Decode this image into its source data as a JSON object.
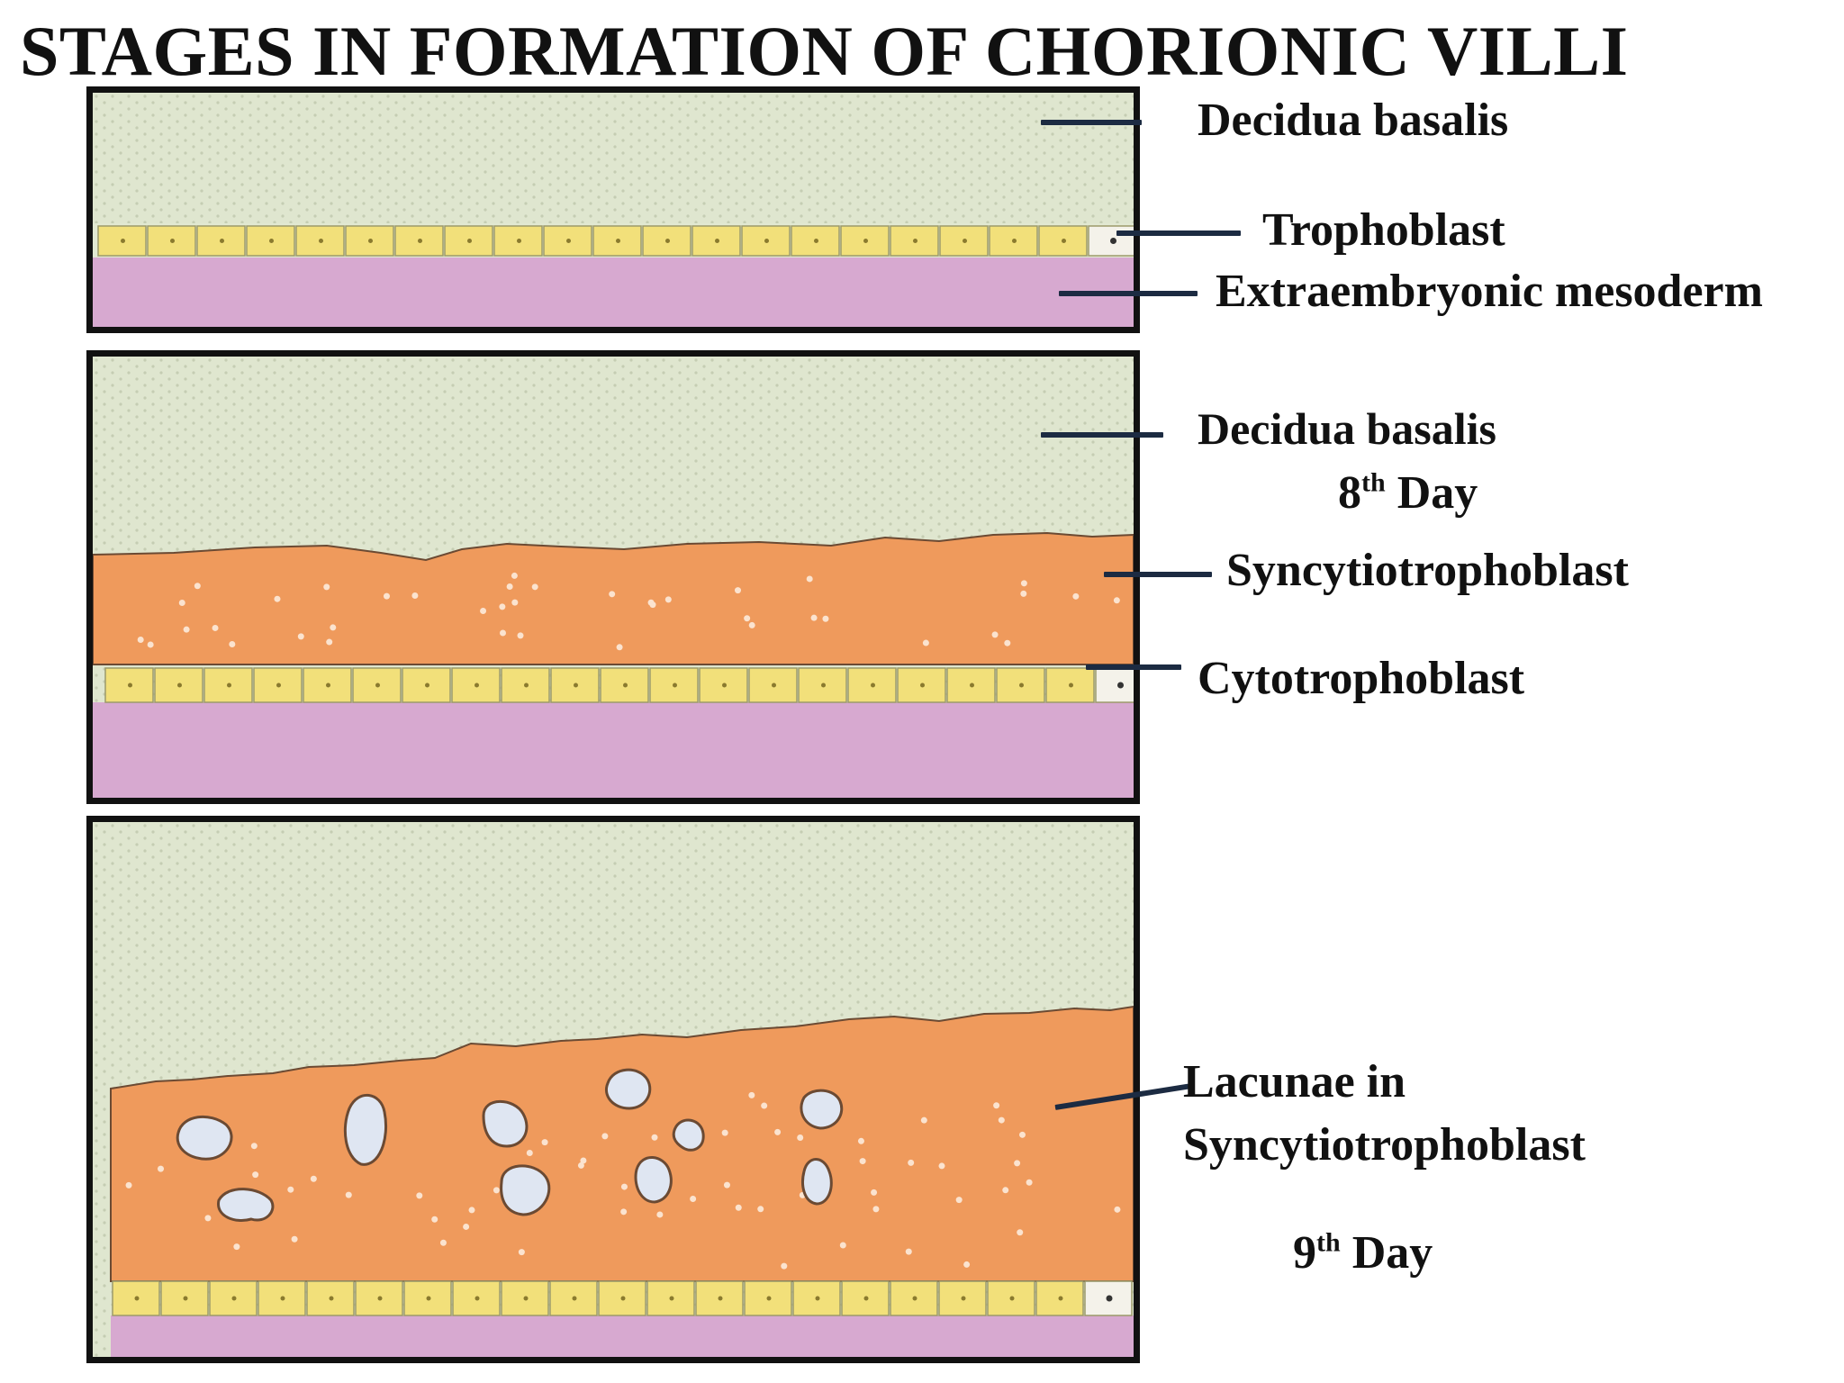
{
  "title": "STAGES IN FORMATION OF CHORIONIC VILLI",
  "colors": {
    "decidua": "#dfe6cf",
    "trophoblast": "#f2e07a",
    "mesoderm": "#d7a9d0",
    "syncytiotrophoblast": "#ef9a5c",
    "lacuna": "#dfe6f2",
    "leader_line": "#1c2b42"
  },
  "panels": [
    {
      "labels": {
        "decidua": "Decidua basalis",
        "trophoblast": "Trophoblast",
        "mesoderm": "Extraembryonic mesoderm"
      }
    },
    {
      "labels": {
        "decidua": "Decidua basalis",
        "syncytio": "Syncytiotrophoblast",
        "cyto": "Cytotrophoblast"
      },
      "day_number": "8",
      "day_sup": "th",
      "day_word": "Day"
    },
    {
      "labels": {
        "lacunae_line1": "Lacunae in",
        "lacunae_line2": "Syncytiotrophoblast"
      },
      "day_number": "9",
      "day_sup": "th",
      "day_word": "Day"
    }
  ]
}
